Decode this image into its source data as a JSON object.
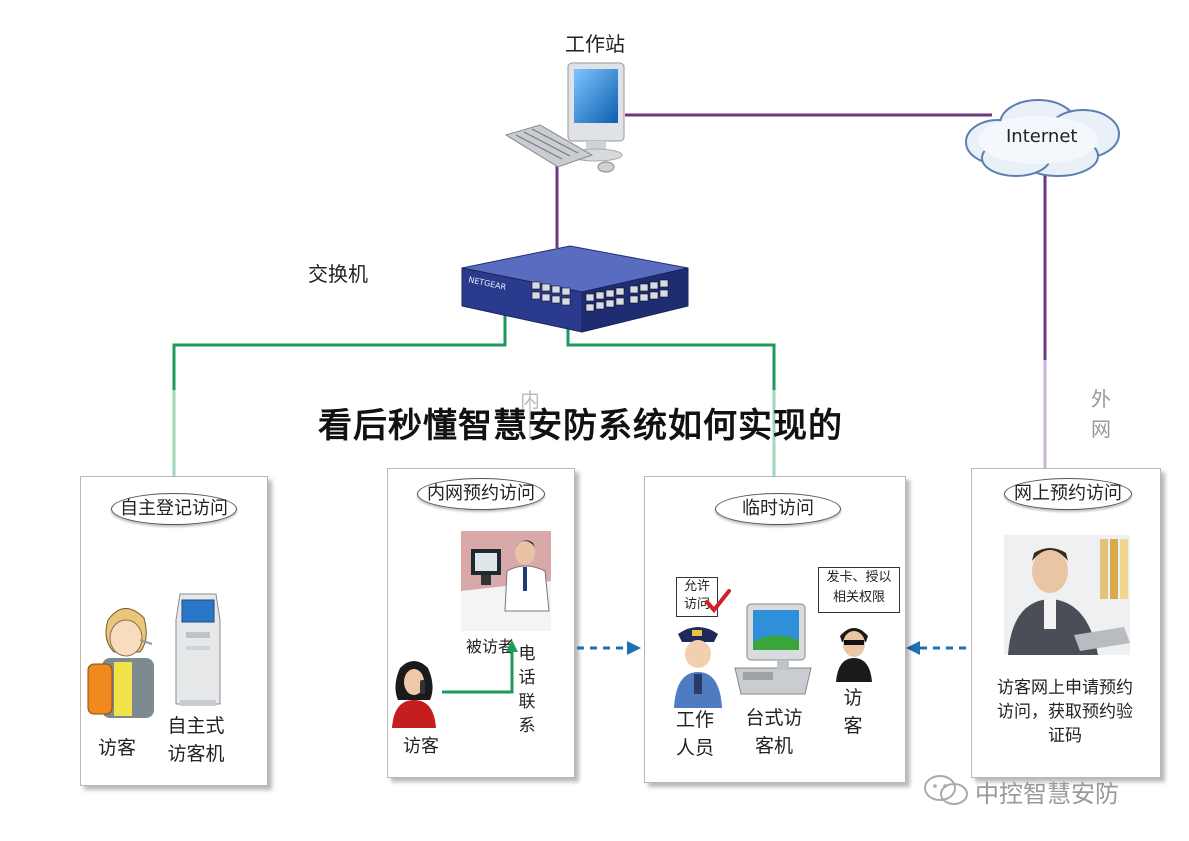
{
  "nodes": {
    "workstation": "工作站",
    "internet": "Internet",
    "switch": "交换机",
    "switch_brand": "NETGEAR",
    "intranet": "内",
    "extranet": "外\n网"
  },
  "title": "看后秒懂智慧安防系统如何实现的",
  "panels": {
    "self_register": {
      "header": "自主登记访问",
      "visitor": "访客",
      "kiosk": "自主式\n访客机"
    },
    "intranet_booking": {
      "header": "内网预约访问",
      "visitee": "被访者",
      "phone_contact": "电话联系",
      "visitor": "访客"
    },
    "temporary": {
      "header": "临时访问",
      "allow_note": "允许\n访问",
      "card_note": "发卡、授以\n相关权限",
      "staff": "工作\n人员",
      "desktop": "台式访\n客机",
      "visitor": "访\n客"
    },
    "online_booking": {
      "header": "网上预约访问",
      "description": "访客网上申请预约\n访问，获取预约验\n证码"
    }
  },
  "watermark": "中控智慧安防",
  "colors": {
    "wan_line": "#6b3a7d",
    "lan_line": "#1d9b5a",
    "dashed_arrow": "#1f6fb5",
    "switch_body": "#2a3a8c"
  }
}
